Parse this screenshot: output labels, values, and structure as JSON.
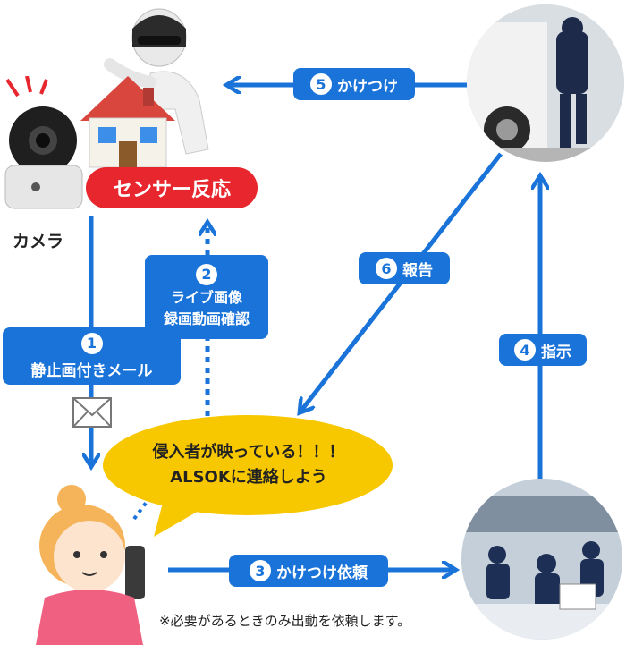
{
  "sensor_label": "センサー反応",
  "camera_label": "カメラ",
  "steps": {
    "s1": {
      "num": "1",
      "label": "静止画付きメール"
    },
    "s2": {
      "num": "2",
      "line1": "ライブ画像",
      "line2": "録画動画確認"
    },
    "s3": {
      "num": "3",
      "label": "かけつけ依頼"
    },
    "s4": {
      "num": "4",
      "label": "指示"
    },
    "s5": {
      "num": "5",
      "label": "かけつけ"
    },
    "s6": {
      "num": "6",
      "label": "報告"
    }
  },
  "speech": {
    "line1": "侵入者が映っている！！！",
    "line2": "ALSOKに連絡しよう"
  },
  "note": "※必要があるときのみ出動を依頼します。",
  "colors": {
    "blue": "#1a73d9",
    "red": "#e8262e",
    "yellow": "#f7c800"
  }
}
